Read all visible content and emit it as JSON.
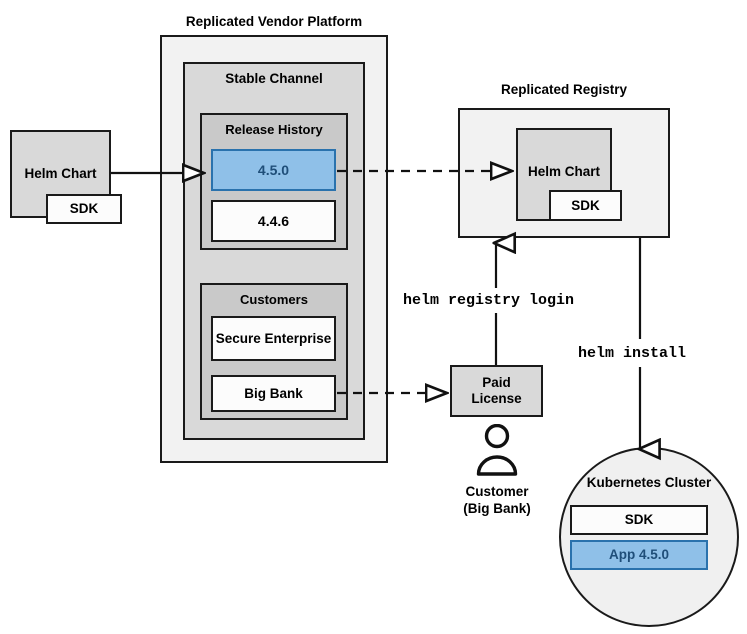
{
  "diagram": {
    "title_vendor_platform": "Replicated Vendor Platform",
    "title_registry": "Replicated Registry",
    "stable_channel": "Stable Channel",
    "release_history": "Release History",
    "customers": "Customers",
    "releases": [
      {
        "label": "4.5.0",
        "state": "selected"
      },
      {
        "label": "4.4.6",
        "state": "normal"
      }
    ],
    "customer_entries": [
      {
        "label": "Secure Enterprise"
      },
      {
        "label": "Big Bank"
      }
    ],
    "source_chart": {
      "label": "Helm Chart",
      "sdk_label": "SDK"
    },
    "registry_chart": {
      "label": "Helm Chart",
      "sdk_label": "SDK"
    },
    "paid_license": "Paid\nLicense",
    "customer_person": "Customer\n(Big Bank)",
    "commands": {
      "registry_login": "helm registry login",
      "install": "helm install"
    },
    "cluster": {
      "title": "Kubernetes Cluster",
      "items": [
        {
          "label": "SDK",
          "state": "normal"
        },
        {
          "label": "App 4.5.0",
          "state": "selected"
        }
      ]
    },
    "colors": {
      "accent_fill": "#8fc0e8",
      "accent_border": "#2a72ad",
      "accent_text": "#1f4e79",
      "stroke": "#1a1a1a",
      "fill_lightest": "#f2f2f2",
      "fill_light": "#d9d9d9",
      "fill_mid": "#c9c9c9"
    }
  }
}
